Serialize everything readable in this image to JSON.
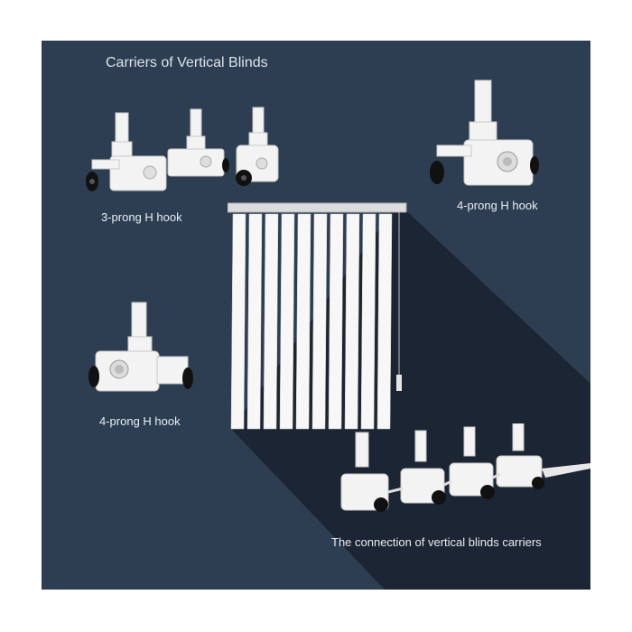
{
  "title": "Carriers of Vertical Blinds",
  "labels": {
    "three_prong": "3-prong H hook",
    "four_prong_top": "4-prong H hook",
    "four_prong_left": "4-prong H hook",
    "connection": "The connection of vertical blinds carriers"
  },
  "colors": {
    "background": "#2d3e52",
    "shadow": "#1c2533",
    "part": "#f2f2f2",
    "wheel": "#111111"
  }
}
